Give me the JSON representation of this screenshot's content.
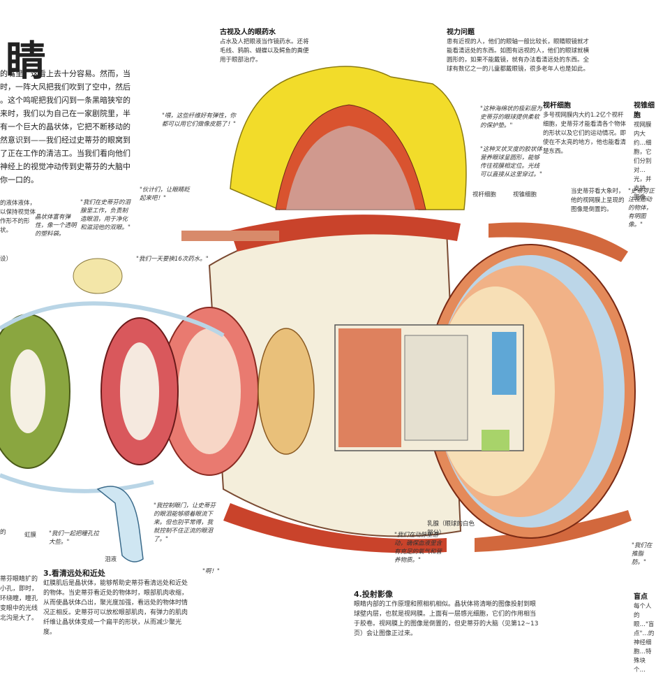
{
  "title": "睛",
  "intro": {
    "lines": [
      "的嘴里，这看上去十分容易。然而，当",
      "时，一阵大风把我们吹到了空中，然后",
      "。这个鸣呢把我们闪到一条黑暗狭窄的",
      "来时，我们以为自己在一家剧院里，半",
      "有一个巨大的晶状体，它把不断移动的",
      "然意识到——我们经过史蒂芬的眼窝到",
      "了正在工作的清洁工。当我们看向他们",
      "神经上的视觉冲动传到史蒂芬的大脑中",
      "你一口的。"
    ]
  },
  "top_center": {
    "heading": "古视及人的眼药水",
    "body": "占水及人把眼液当作镜药水。还将毛线、鸦鹃、蝴蝶以及鳄鱼的粪便用于眼部治疗。"
  },
  "top_right": {
    "heading": "视力问题",
    "body": "患有近视的人，他们的眼轴一般比较长，眼睛眼镜就才能看清远处的东西。如图有远视的人，他们的眼球就横圆形的，如果不能戴镜，就有办法看清远处的东西。全球有数亿之一的儿童都戴眼镜，很多老年人也是如此。"
  },
  "rods": {
    "heading": "视杆细胞",
    "body": "多号视网膜内大约1.2亿个视杆细胞，史蒂芬才能看清各个物体的形状以及它们的运动情况。即使在不太亮的地方，他也能看清楚东西。"
  },
  "cones": {
    "heading": "视锥细胞",
    "body": "视网膜内大约…细胞，它们分别对…光，并支持…图像。"
  },
  "callouts": {
    "c1": "\"喂，这些纤维好有弹性，你都可以用它们做像皮筋了！\"",
    "c2": "\"这种海绵状的极彩层为史蒂芬的眼球提供柔软的保护垫。\"",
    "c3": "\"这种叉状叉度的胶状体营养眼球呈圆形，能够传往视膜相定位。光线可以直接从这里穿过。\"",
    "c4": "\"伙计们，让眼睛眨起来吧！\"",
    "c5": "\"我们在史蒂芬的泪腺里工作，负责制造眼泪，用于净化和滋润他的双眼。\"",
    "c6": "晶状体富有弹性，像一个透明的塑料袋。",
    "c7": "\"我们一天要换16次药水。\"",
    "c8": "\"我控制眼门，让史蒂芬的眼泪能够顺着眼流下来。但也别平常得，我就控制不住正流的眼泪了。\"",
    "c9": "\"我们一起把瞳孔拉大些。\"",
    "c10": "\"我们在动脉里游动，确保血液里含有充足的氧气和营养物质。\"",
    "c11": "\"史蒂芬正注视运动的物体，有明图像。\"",
    "c12": "\"我们在推脂肪。\"",
    "c13": "\"啊！\""
  },
  "labels": {
    "rod_cell": "视杆细胞",
    "cone_cell": "视锥细胞",
    "elephant": "当史蒂芬看大象时，他的视网膜上呈现的图像是倒置的。",
    "iris": "虹膜",
    "tear": "泪液",
    "optic": "乳腺（眼球的白色部分）",
    "left_notes1": "的液体液体，以保持视觉体作形不的形状。",
    "left_notes2": "设）",
    "left_label": "的"
  },
  "sections": {
    "s3": {
      "heading": "3.看清远处和近处",
      "body": "虹膜肌后是晶状体，能够帮助史蒂芬看清远处和近处的物体。当史蒂芬看近处的物体时，眼部肌肉收缩，从而使晶状体凸出，聚光度加强，看远处的物体时情况正相反。史蒂芬可以放松眼部肌肉，有弹力的肌肉纤维让晶状体变成一个扁平的形状，从而减少聚光度。"
    },
    "s4": {
      "heading": "4.投射影像",
      "body": "眼睛内部的工作原理和照相机相似。晶状体将清晰的图像投射到眼球壁内层，也就是视网膜。上面有一层感光细胞，它们的作用相当于胶卷。视网膜上的图像是倒置的，但史蒂芬的大脑（见第12~13页）会让图像正过来。"
    },
    "left_bottom": {
      "body": "蒂芬眼睛扩的小孔，即时，环绕瞳，瞳孔变眼中的光线北沟是大了。"
    },
    "blind": {
      "heading": "盲点",
      "body": "每个人的眼…\"盲点\"…的神经细胞…特殊块个…"
    }
  },
  "colors": {
    "muscle": "#c9432b",
    "sclera": "#f4eedb",
    "yellow": "#f2dc2a",
    "lens": "#e9c07a",
    "iris_green": "#8aa640",
    "fluid": "#b9d5e6"
  }
}
